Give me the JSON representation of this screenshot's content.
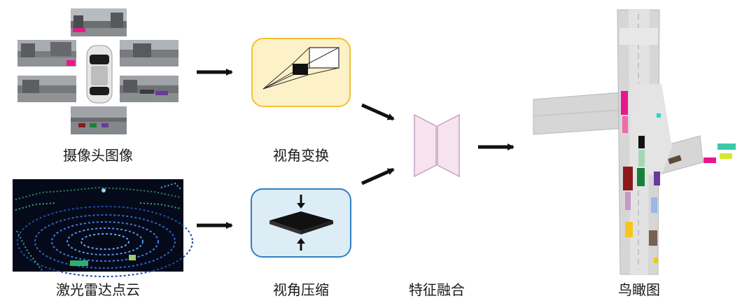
{
  "labels": {
    "camera": "摄像头图像",
    "lidar": "激光雷达点云",
    "view_transform": "视角变换",
    "view_compress": "视角压缩",
    "feature_fusion": "特征融合",
    "bev": "鸟瞰图"
  },
  "colors": {
    "view_transform_fill": "#fdf1c8",
    "view_transform_border": "#f5c030",
    "view_compress_fill": "#ddedf6",
    "view_compress_border": "#2f7fc4",
    "fusion_fill": "#f6e3ef",
    "fusion_border": "#c9a0bf",
    "road": "#d6d6d6",
    "road_edge": "#b8b8b8",
    "arrow": "#111111"
  },
  "camera_views": [
    "front-camera-image",
    "front-left-camera-image",
    "front-right-camera-image",
    "back-left-camera-image",
    "back-right-camera-image",
    "back-camera-image"
  ],
  "bev_objects": [
    {
      "color": "#e8188c"
    },
    {
      "color": "#f06aa8"
    },
    {
      "color": "#2bd4d4"
    },
    {
      "color": "#111111"
    },
    {
      "color": "#a6d6b8"
    },
    {
      "color": "#16813a"
    },
    {
      "color": "#8b1a1a"
    },
    {
      "color": "#c49ac4"
    },
    {
      "color": "#6a3a9a"
    },
    {
      "color": "#98b8e6"
    },
    {
      "color": "#f5c51a"
    },
    {
      "color": "#7a6050"
    },
    {
      "color": "#5a4a3a"
    },
    {
      "color": "#e8188c"
    },
    {
      "color": "#3ec8a8"
    },
    {
      "color": "#d8e82a"
    }
  ]
}
